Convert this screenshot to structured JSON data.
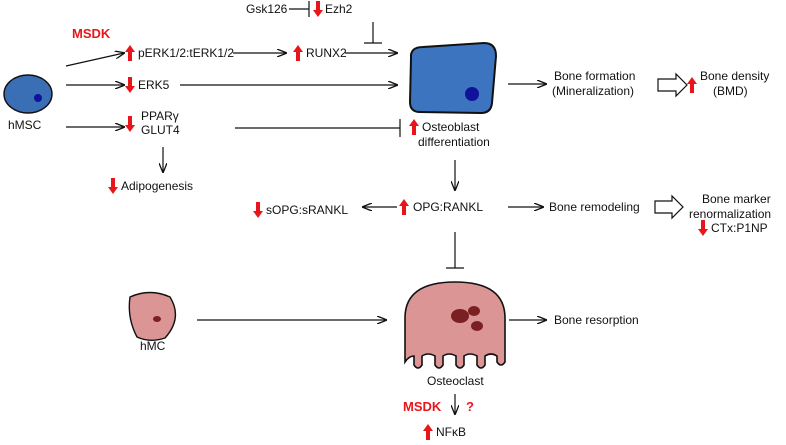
{
  "labels": {
    "msdk_top": "MSDK",
    "gsk126": "Gsk126",
    "ezh2": "Ezh2",
    "perk": "pERK1/2:tERK1/2",
    "runx2": "RUNX2",
    "erk5": "ERK5",
    "ppar": "PPARγ",
    "glut4": "GLUT4",
    "adipogenesis": "Adipogenesis",
    "hmsc": "hMSC",
    "osteoblast_1": "Osteoblast",
    "osteoblast_2": "differentiation",
    "bone_formation_1": "Bone formation",
    "bone_formation_2": "(Mineralization)",
    "bone_density_1": "Bone density",
    "bone_density_2": "(BMD)",
    "sopg": "sOPG:sRANKL",
    "opg": "OPG:RANKL",
    "bone_remodeling": "Bone remodeling",
    "marker_1": "Bone marker",
    "marker_2": "renormalization",
    "ctx": "CTx:P1NP",
    "hmc": "hMC",
    "osteoclast": "Osteoclast",
    "bone_resorption": "Bone resorption",
    "msdk_bottom": "MSDK",
    "question": "?",
    "nfkb": "NFκB"
  },
  "colors": {
    "up_down_arrow": "#e8161b",
    "msc_cell": "#3a6fb5",
    "nucleus": "#10129a",
    "osteoblast": "#3c74bf",
    "osteoclast": "#dc9595",
    "osteoclast_nuclei": "#7a1f22",
    "line": "#111111"
  },
  "indicators": {
    "perk": "up",
    "runx2": "up",
    "ezh2": "down",
    "erk5": "down",
    "ppar": "down",
    "adipogenesis": "down",
    "osteoblast": "up",
    "bone_density": "up",
    "sopg": "down",
    "opg": "up",
    "ctx": "down",
    "nfkb": "up"
  }
}
